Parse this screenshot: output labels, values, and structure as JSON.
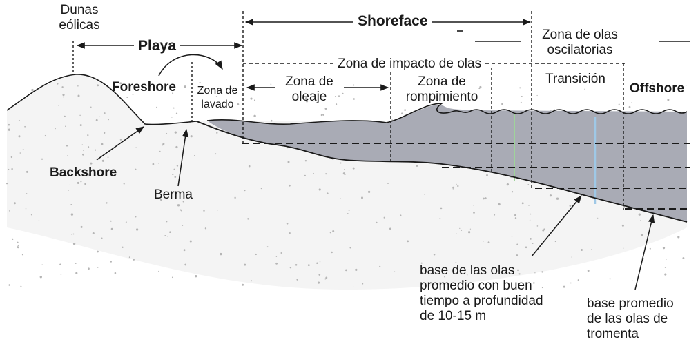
{
  "labels": {
    "dunas_l1": "Dunas",
    "dunas_l2": "eólicas",
    "playa": "Playa",
    "shoreface": "Shoreface",
    "zona_olas_osc_l1": "Zona de olas",
    "zona_olas_osc_l2": "oscilatorias",
    "zona_impacto": "Zona de impacto de olas",
    "foreshore": "Foreshore",
    "zona_lavado_l1": "Zona de",
    "zona_lavado_l2": "lavado",
    "zona_oleaje_l1": "Zona de",
    "zona_oleaje_l2": "oleaje",
    "zona_romp_l1": "Zona de",
    "zona_romp_l2": "rompimiento",
    "transicion": "Transición",
    "offshore": "Offshore",
    "backshore": "Backshore",
    "berma": "Berma",
    "base_olas_buen_tiempo_l1": "base de las olas",
    "base_olas_buen_tiempo_l2": "promedio con buen",
    "base_olas_buen_tiempo_l3": "tiempo a profundidad",
    "base_olas_buen_tiempo_l4": "de 10-15 m",
    "base_tormenta_l1": "base promedio",
    "base_tormenta_l2": "de las olas de",
    "base_tormenta_l3": "tromenta"
  },
  "colors": {
    "water": "#a9abb5",
    "sand_speckle": "#b5b5b5",
    "line": "#1a1a1a",
    "green_accent": "#9fd39a",
    "blue_accent": "#9fc8e6"
  }
}
